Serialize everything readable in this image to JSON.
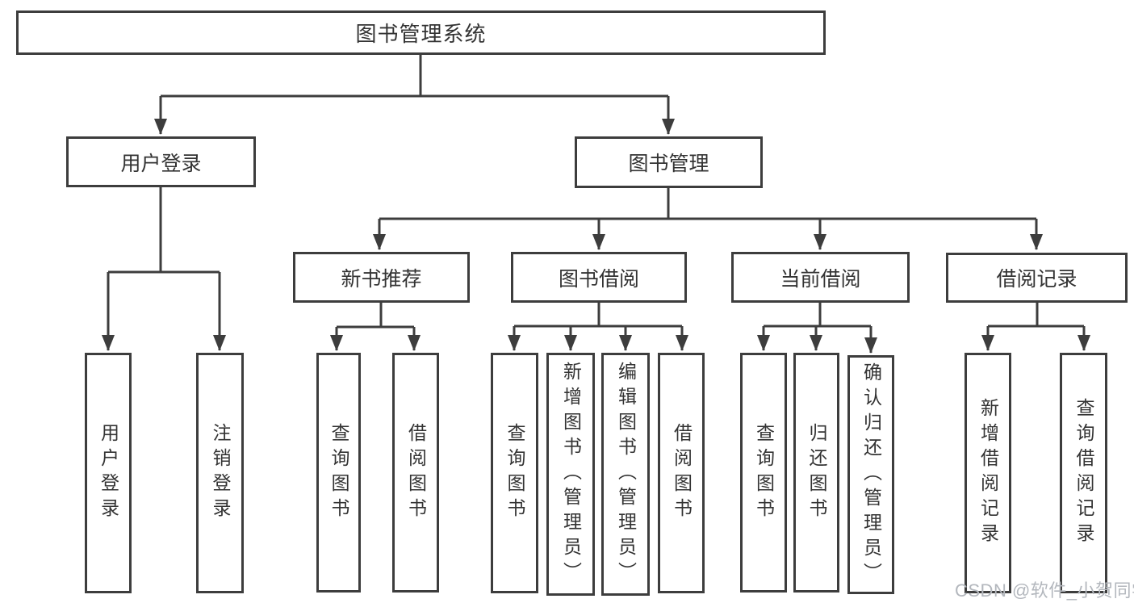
{
  "diagram": {
    "type": "hierarchy-tree",
    "orientation": "top-down"
  },
  "tree": {
    "root": "图书管理系统",
    "level2": [
      {
        "label": "用户登录",
        "leaves": [
          "用户登录",
          "注销登录"
        ]
      },
      {
        "label": "图书管理",
        "groups": [
          {
            "label": "新书推荐",
            "leaves": [
              "查询图书",
              "借阅图书"
            ]
          },
          {
            "label": "图书借阅",
            "leaves": [
              "查询图书",
              "新增图书（管理员）",
              "编辑图书（管理员）",
              "借阅图书"
            ]
          },
          {
            "label": "当前借阅",
            "leaves": [
              "查询图书",
              "归还图书",
              "确认归还（管理员）"
            ]
          },
          {
            "label": "借阅记录",
            "leaves": [
              "新增借阅记录",
              "查询借阅记录"
            ]
          }
        ]
      }
    ]
  },
  "watermark": "CSDN @软件_小贺同学",
  "colors": {
    "line": "#3d3d3d",
    "text": "#333333",
    "watermark": "#b3b7bd",
    "background": "#ffffff"
  }
}
